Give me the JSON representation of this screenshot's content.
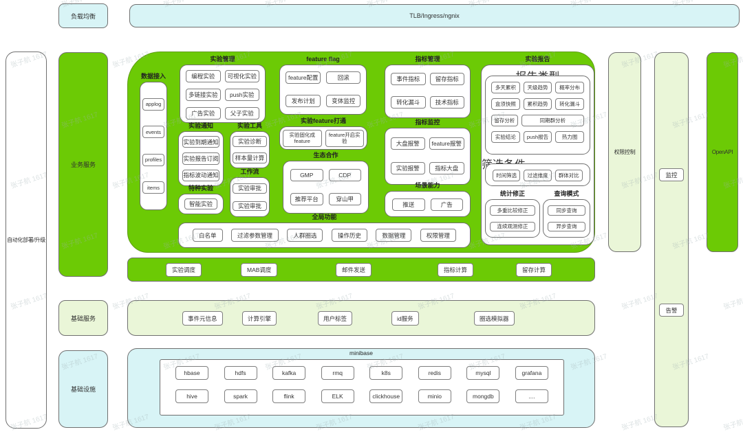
{
  "watermark": {
    "text": "张子航 1617"
  },
  "top": {
    "load_balancer": "负载均衡",
    "gateway": "TLB/Ingress/ngnix"
  },
  "left_rail": {
    "deploy": "自动化部署/升级",
    "business": "业务服务",
    "base_services": "基础服务",
    "infrastructure": "基础设施"
  },
  "right_rail": {
    "permission": "权限控制",
    "monitor": "监控",
    "alert": "告警",
    "openapi": "OpenAPI"
  },
  "main": {
    "data_access": {
      "title": "数据接入",
      "items": [
        "applog",
        "events",
        "profiles",
        "items"
      ]
    },
    "experiment_mgmt": {
      "title": "实验管理",
      "items": [
        "编程实验",
        "可视化实验",
        "多链接实验",
        "push实验",
        "广告实验",
        "父子实验"
      ]
    },
    "feature_flag": {
      "title": "feature flag",
      "items": [
        "feature配置",
        "回滚",
        "发布计划",
        "变体监控"
      ]
    },
    "notify": {
      "title": "实验通知",
      "items": [
        "实验到期通知",
        "实验报告订阅",
        "指标波动通知"
      ]
    },
    "special": {
      "title": "特种实验",
      "items": [
        "智能实验"
      ]
    },
    "tools": {
      "title": "实验工具",
      "items": [
        "实验诊断",
        "样本量计算"
      ]
    },
    "workflow": {
      "title": "工作流",
      "items": [
        "实验审批",
        "实验审批"
      ]
    },
    "feature_bridge": {
      "title": "实验feature打通",
      "items": [
        "实验固化成feature",
        "feature开启实验"
      ]
    },
    "eco": {
      "title": "生态合作",
      "items": [
        "GMP",
        "CDP",
        "推荐平台",
        "穿山甲"
      ]
    },
    "global": {
      "title": "全局功能",
      "items": [
        "白名单",
        "过滤参数管理",
        "人群圈选",
        "操作历史",
        "数据管理",
        "权限管理"
      ]
    },
    "metric_mgmt": {
      "title": "指标管理",
      "items": [
        "事件指标",
        "留存指标",
        "转化漏斗",
        "技术指标"
      ]
    },
    "metric_monitor": {
      "title": "指标监控",
      "items": [
        "大盘报警",
        "feature报警",
        "实验报警",
        "指标大盘"
      ]
    },
    "scene": {
      "title": "场景能力",
      "items": [
        "推送",
        "广告"
      ]
    },
    "report": {
      "title": "实验报告",
      "report_types": {
        "title": "报告类型",
        "rows": [
          [
            "多天累积",
            "天级趋势",
            "概率分布"
          ],
          [
            "盒须快照",
            "累积趋势",
            "转化漏斗"
          ],
          [
            "留存分析",
            "同期群分析"
          ],
          [
            "实验结论",
            "push报告",
            "热力图"
          ]
        ]
      },
      "filters": {
        "title": "筛选条件",
        "items": [
          "时间筛选",
          "过滤维度",
          "群体对比"
        ]
      },
      "correction": {
        "title": "统计修正",
        "items": [
          "多重比较修正",
          "连续观测修正"
        ]
      },
      "query": {
        "title": "查询模式",
        "items": [
          "同步查询",
          "异步查询"
        ]
      }
    }
  },
  "scheduler_bar": {
    "items": [
      "实验调度",
      "MAB调度",
      "邮件发送",
      "指标计算",
      "留存计算"
    ]
  },
  "base_row": {
    "items": [
      "事件元信息",
      "计算引擎",
      "用户标签",
      "id服务",
      "圈选模拟器"
    ]
  },
  "infra": {
    "title": "minibase",
    "row1": [
      "hbase",
      "hdfs",
      "kafka",
      "rmq",
      "k8s",
      "redis",
      "mysql",
      "grafana"
    ],
    "row2": [
      "hive",
      "spark",
      "flink",
      "ELK",
      "clickhouse",
      "minio",
      "mongdb",
      "...."
    ]
  },
  "colors": {
    "green": "#6cca05",
    "pale_green": "#eaf6d8",
    "pale_cyan": "#d8f4f6",
    "border": "#6f6f6f"
  }
}
